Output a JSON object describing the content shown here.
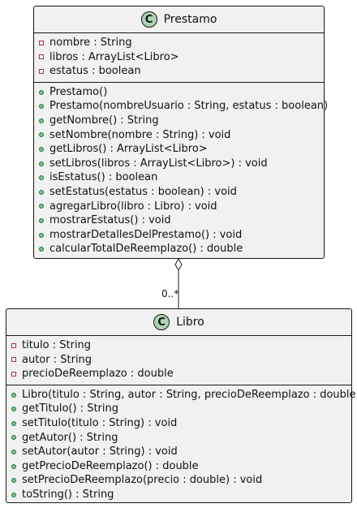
{
  "classes": {
    "prestamo": {
      "badge": "C",
      "name": "Prestamo",
      "attributes": [
        {
          "visibility": "private",
          "text": "nombre : String"
        },
        {
          "visibility": "private",
          "text": "libros : ArrayList<Libro>"
        },
        {
          "visibility": "private",
          "text": "estatus : boolean"
        }
      ],
      "methods": [
        {
          "visibility": "public",
          "text": "Prestamo()"
        },
        {
          "visibility": "public",
          "text": "Prestamo(nombreUsuario : String, estatus : boolean)"
        },
        {
          "visibility": "public",
          "text": "getNombre() : String"
        },
        {
          "visibility": "public",
          "text": "setNombre(nombre : String) : void"
        },
        {
          "visibility": "public",
          "text": "getLibros() : ArrayList<Libro>"
        },
        {
          "visibility": "public",
          "text": "setLibros(libros : ArrayList<Libro>) : void"
        },
        {
          "visibility": "public",
          "text": "isEstatus() : boolean"
        },
        {
          "visibility": "public",
          "text": "setEstatus(estatus : boolean) : void"
        },
        {
          "visibility": "public",
          "text": "agregarLibro(libro : Libro) : void"
        },
        {
          "visibility": "public",
          "text": "mostrarEstatus() : void"
        },
        {
          "visibility": "public",
          "text": "mostrarDetallesDelPrestamo() : void"
        },
        {
          "visibility": "public",
          "text": "calcularTotalDeReemplazo() : double"
        }
      ]
    },
    "libro": {
      "badge": "C",
      "name": "Libro",
      "attributes": [
        {
          "visibility": "private",
          "text": "titulo : String"
        },
        {
          "visibility": "private",
          "text": "autor : String"
        },
        {
          "visibility": "private",
          "text": "precioDeReemplazo : double"
        }
      ],
      "methods": [
        {
          "visibility": "public",
          "text": "Libro(titulo : String, autor : String, precioDeReemplazo : double)"
        },
        {
          "visibility": "public",
          "text": "getTitulo() : String"
        },
        {
          "visibility": "public",
          "text": "setTitulo(titulo : String) : void"
        },
        {
          "visibility": "public",
          "text": "getAutor() : String"
        },
        {
          "visibility": "public",
          "text": "setAutor(autor : String) : void"
        },
        {
          "visibility": "public",
          "text": "getPrecioDeReemplazo() : double"
        },
        {
          "visibility": "public",
          "text": "setPrecioDeReemplazo(precio : double) : void"
        },
        {
          "visibility": "public",
          "text": "toString() : String"
        }
      ]
    }
  },
  "association": {
    "kind": "aggregation",
    "multiplicity": "0..*"
  },
  "colors": {
    "badge_fill": "#add1b2",
    "box_fill": "#f1f1f1",
    "private_marker": "#c82930",
    "public_marker": "#84be84",
    "line": "#181818"
  }
}
